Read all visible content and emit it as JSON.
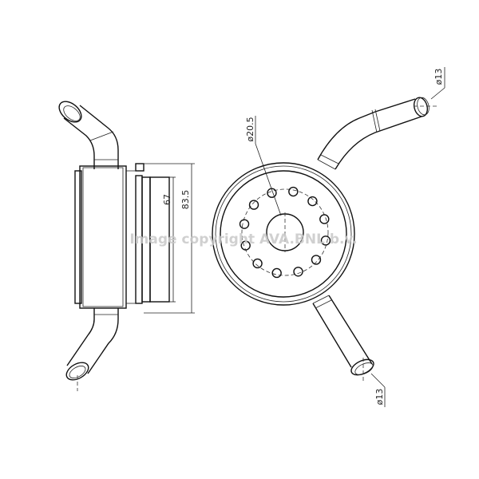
{
  "drawing": {
    "dimensions": {
      "center_bore": "ø20.5",
      "inner_height": "67",
      "overall_height": "83.5",
      "upper_pipe_diameter": "ø13",
      "lower_pipe_diameter": "ø13"
    },
    "watermark": "Image copyright AVA.BNL b.v.",
    "bolt_holes": 12
  }
}
